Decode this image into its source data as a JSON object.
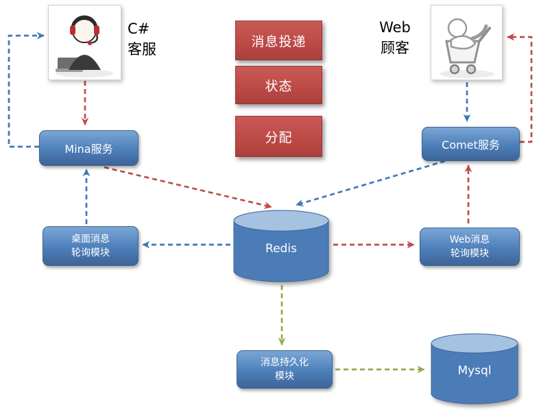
{
  "colors": {
    "blue": "#3e78b5",
    "red": "#bf4b48",
    "green": "#8cad4e"
  },
  "actors": {
    "csharp": {
      "line1": "C#",
      "line2": "客服"
    },
    "web": {
      "line1": "Web",
      "line2": "顾客"
    }
  },
  "legend": {
    "items": [
      {
        "label": "消息投递"
      },
      {
        "label": "状态"
      },
      {
        "label": "分配"
      }
    ]
  },
  "nodes": {
    "mina": {
      "label": "Mina服务"
    },
    "comet": {
      "label": "Comet服务"
    },
    "desktop_poll": {
      "line1": "桌面消息",
      "line2": "轮询模块"
    },
    "web_poll": {
      "line1": "Web消息",
      "line2": "轮询模块"
    },
    "redis": {
      "label": "Redis"
    },
    "persist": {
      "line1": "消息持久化",
      "line2": "模块"
    },
    "mysql": {
      "label": "Mysql"
    }
  }
}
